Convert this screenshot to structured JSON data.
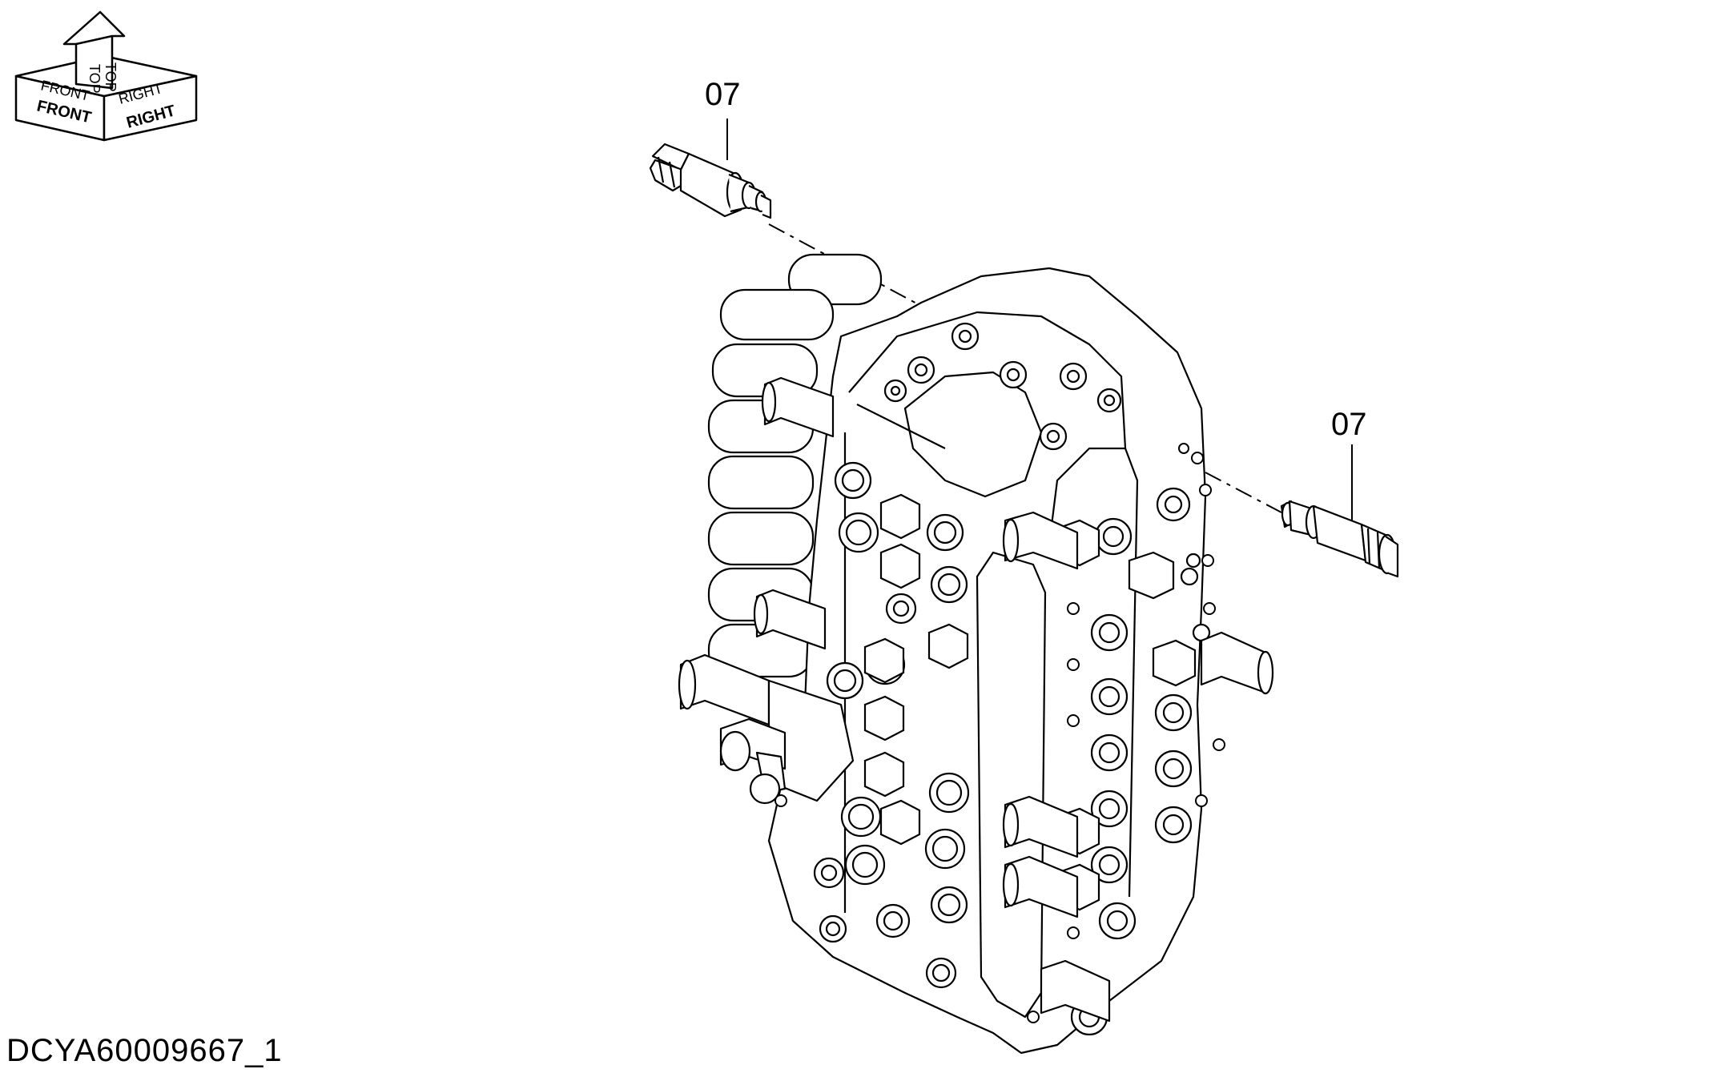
{
  "orientation": {
    "front": "FRONT",
    "front_mirror": "FRONT",
    "top": "TOP",
    "top_mirror": "TOP",
    "right": "RIGHT",
    "right_mirror": "RIGHT"
  },
  "callouts": {
    "upper": "07",
    "lower": "07"
  },
  "document_id": "DCYA60009667_1",
  "colors": {
    "line": "#000000",
    "background": "#ffffff"
  }
}
